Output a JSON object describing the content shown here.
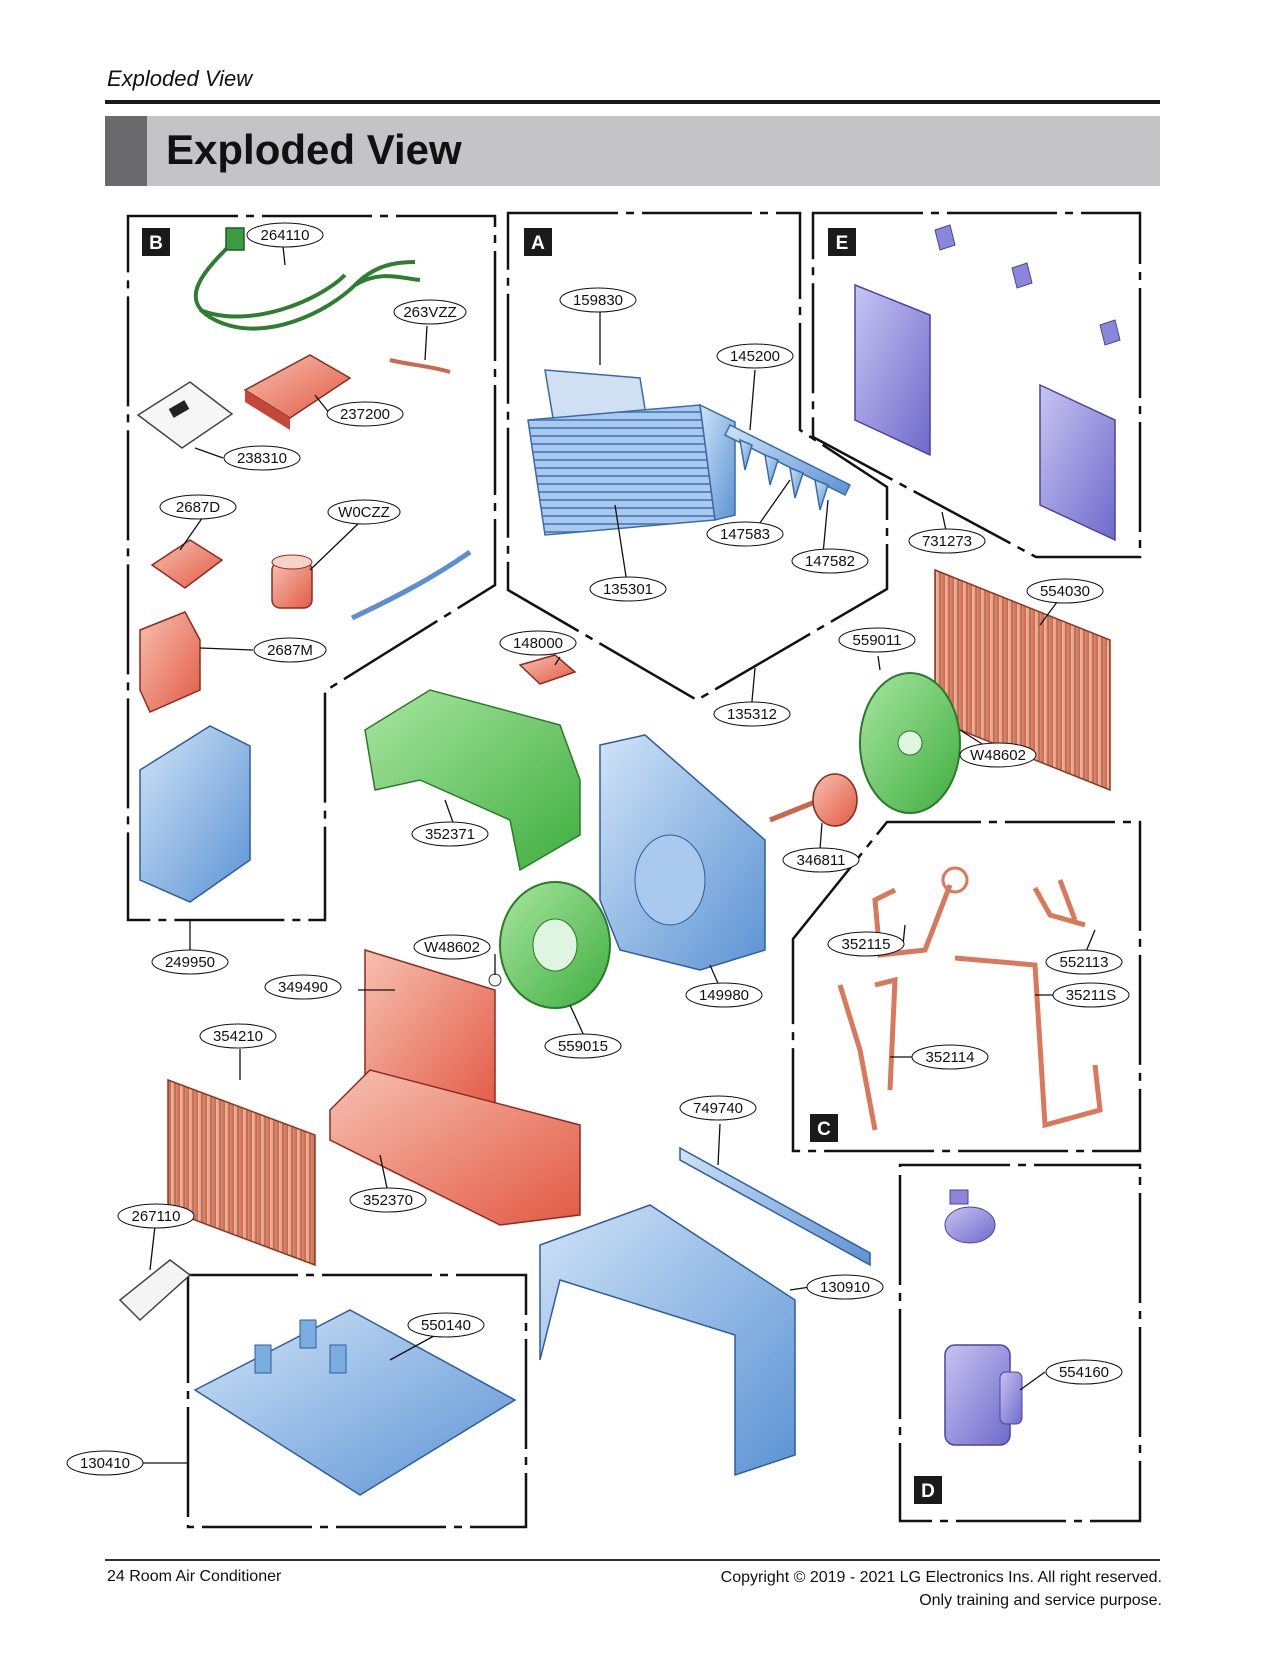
{
  "header": {
    "running_head": "Exploded View",
    "title": "Exploded View"
  },
  "footer": {
    "page_label": "24 Room Air Conditioner",
    "copyright_line1": "Copyright © 2019 - 2021 LG Electronics Ins. All right reserved.",
    "copyright_line2": "Only training and service purpose."
  },
  "sections": {
    "a": "A",
    "b": "B",
    "c": "C",
    "d": "D",
    "e": "E"
  },
  "parts": {
    "p264110": "264110",
    "p263VZZ": "263VZZ",
    "p237200": "237200",
    "p238310": "238310",
    "p2687D": "2687D",
    "pW0CZZ": "W0CZZ",
    "p2687M": "2687M",
    "p249950": "249950",
    "p159830": "159830",
    "p145200": "145200",
    "p147583": "147583",
    "p147582": "147582",
    "p135301": "135301",
    "p135312": "135312",
    "p148000": "148000",
    "p731273": "731273",
    "p554030": "554030",
    "p559011": "559011",
    "pW48602a": "W48602",
    "p346811": "346811",
    "p352371": "352371",
    "p149980": "149980",
    "pW48602b": "W48602",
    "p559015": "559015",
    "p349490": "349490",
    "p354210": "354210",
    "p352370": "352370",
    "p352115": "352115",
    "p552113": "552113",
    "p35211S": "35211S",
    "p352114": "352114",
    "p749740": "749740",
    "p267110": "267110",
    "p550140": "550140",
    "p130910": "130910",
    "p130410": "130410",
    "p554160": "554160"
  },
  "colors": {
    "blue_part": "#7aaee0",
    "green_part": "#5cc25c",
    "red_part": "#e8705c",
    "copper": "#d98a6a",
    "purple": "#8a86d8",
    "banner": "#c4c4c6"
  }
}
